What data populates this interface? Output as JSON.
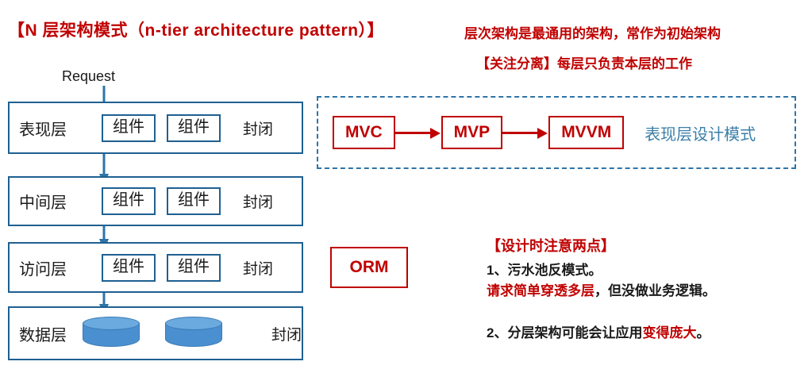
{
  "title": "【N 层架构模式（n-tier architecture pattern）】",
  "header_notes": {
    "line1": "层次架构是最通用的架构，常作为初始架构",
    "line2": "【关注分离】每层只负责本层的工作"
  },
  "flow": {
    "request_label": "Request"
  },
  "layers": [
    {
      "name": "表现层",
      "components": [
        "组件",
        "组件"
      ],
      "closed_label": "封闭",
      "kind": "components"
    },
    {
      "name": "中间层",
      "components": [
        "组件",
        "组件"
      ],
      "closed_label": "封闭",
      "kind": "components"
    },
    {
      "name": "访问层",
      "components": [
        "组件",
        "组件"
      ],
      "closed_label": "封闭",
      "kind": "components"
    },
    {
      "name": "数据层",
      "components": [],
      "closed_label": "封闭",
      "kind": "databases",
      "database_count": 2
    }
  ],
  "pattern_panel": {
    "boxes": [
      "MVC",
      "MVP",
      "MVVM"
    ],
    "label": "表现层设计模式"
  },
  "orm": {
    "label": "ORM"
  },
  "design_notes": {
    "title": "【设计时注意两点】",
    "item1_line1": "1、污水池反模式。",
    "item1_line2_red": "请求简单穿透多层",
    "item1_line2_black": "，但没做业务逻辑。",
    "item2_prefix": "2、分层架构可能会让应用",
    "item2_red": "变得庞大",
    "item2_suffix": "。"
  },
  "colors": {
    "title_red": "#C00000",
    "layer_blue": "#1F6091",
    "dashed_blue": "#2E74A8",
    "pattern_label_blue": "#3C7FA8",
    "db_body": "#4A90D0",
    "db_top": "#6BAADF",
    "arrow_blue": "#2E74A8",
    "text_black": "#1a1a1a"
  }
}
